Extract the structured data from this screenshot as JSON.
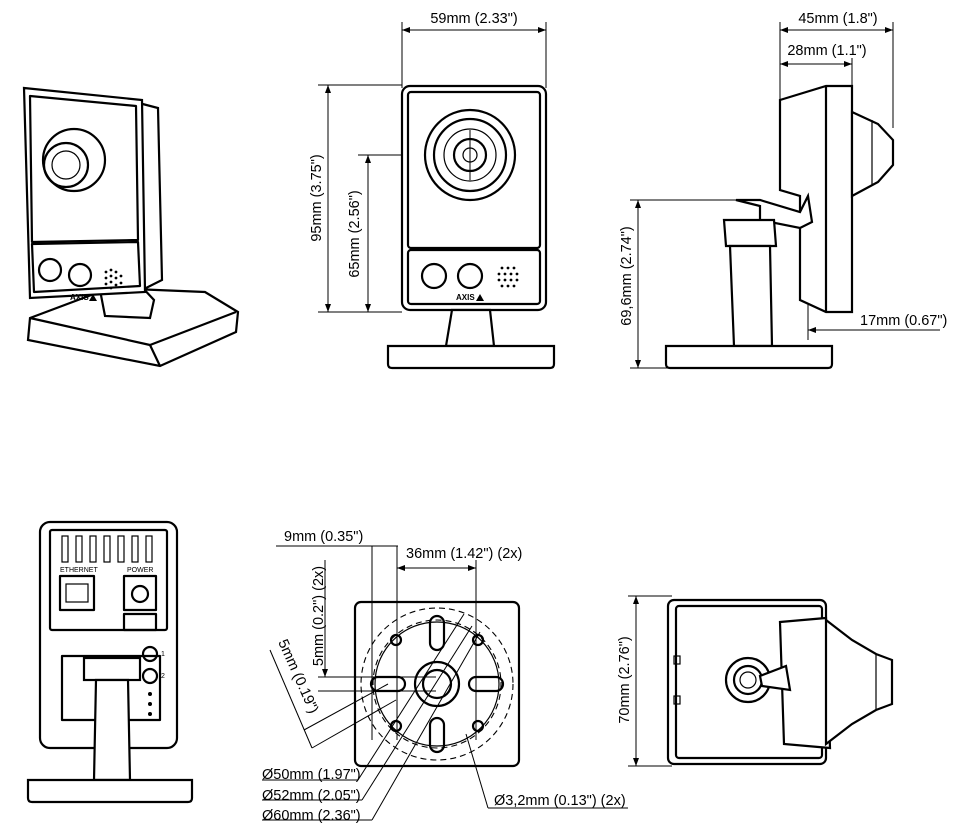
{
  "brand": {
    "logo": "AXIS"
  },
  "dimensions": {
    "front_width": "59mm (2.33\")",
    "total_height": "95mm (3.75\")",
    "lens_height": "65mm (2.56\")",
    "side_depth_total": "45mm (1.8\")",
    "side_depth_body": "28mm (1.1\")",
    "stand_height": "69,6mm (2.74\")",
    "stand_offset": "17mm (0.67\")",
    "bottom_9mm": "9mm (0.35\")",
    "bottom_36mm": "36mm (1.42\") (2x)",
    "bottom_5mm_v": "5mm (0.2\") (2x)",
    "bottom_5mm_angle": "5mm (0.19\")",
    "dia_50": "Ø50mm (1.97\")",
    "dia_52": "Ø52mm (2.05\")",
    "dia_60": "Ø60mm (2.36\")",
    "hole_dia": "Ø3,2mm (0.13\") (2x)",
    "top_height": "70mm (2.76\")"
  },
  "rear_labels": {
    "ethernet": "ETHERNET",
    "power": "POWER",
    "io_1": "1",
    "io_2": "2"
  }
}
